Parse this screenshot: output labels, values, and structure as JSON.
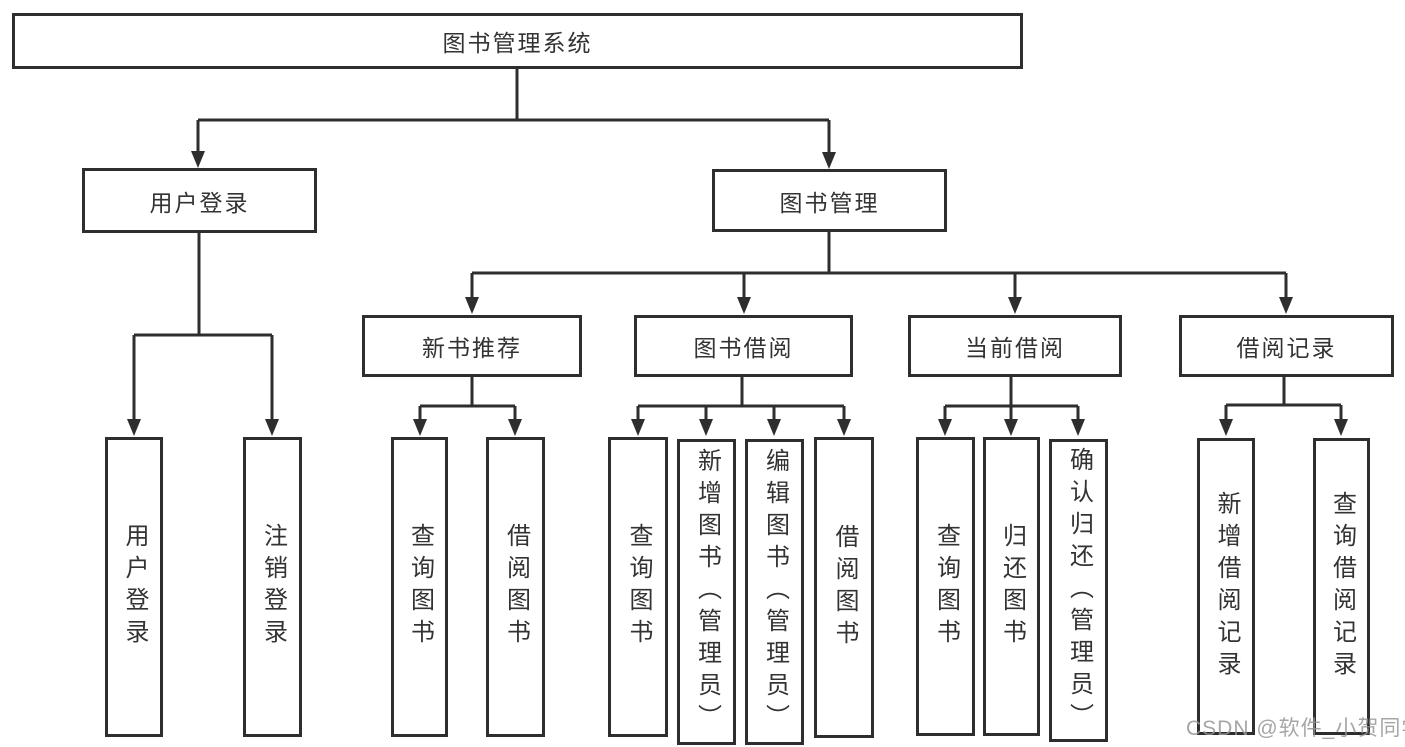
{
  "diagram_type": "hierarchy-flowchart",
  "colors": {
    "line": "#2e2e2e",
    "box_border": "#2e2e2e",
    "box_fill": "#ffffff",
    "text": "#333333",
    "watermark": "#9b9b9b"
  },
  "tree": {
    "label": "图书管理系统",
    "children": [
      {
        "label": "用户登录",
        "children": [
          {
            "label": "用户登录"
          },
          {
            "label": "注销登录"
          }
        ]
      },
      {
        "label": "图书管理",
        "children": [
          {
            "label": "新书推荐",
            "children": [
              {
                "label": "查询图书"
              },
              {
                "label": "借阅图书"
              }
            ]
          },
          {
            "label": "图书借阅",
            "children": [
              {
                "label": "查询图书"
              },
              {
                "label": "新增图书（管理员）"
              },
              {
                "label": "编辑图书（管理员）"
              },
              {
                "label": "借阅图书"
              }
            ]
          },
          {
            "label": "当前借阅",
            "children": [
              {
                "label": "查询图书"
              },
              {
                "label": "归还图书"
              },
              {
                "label": "确认归还（管理员）"
              }
            ]
          },
          {
            "label": "借阅记录",
            "children": [
              {
                "label": "新增借阅记录"
              },
              {
                "label": "查询借阅记录"
              }
            ]
          }
        ]
      }
    ]
  },
  "watermark": "CSDN @软件_小贺同学"
}
